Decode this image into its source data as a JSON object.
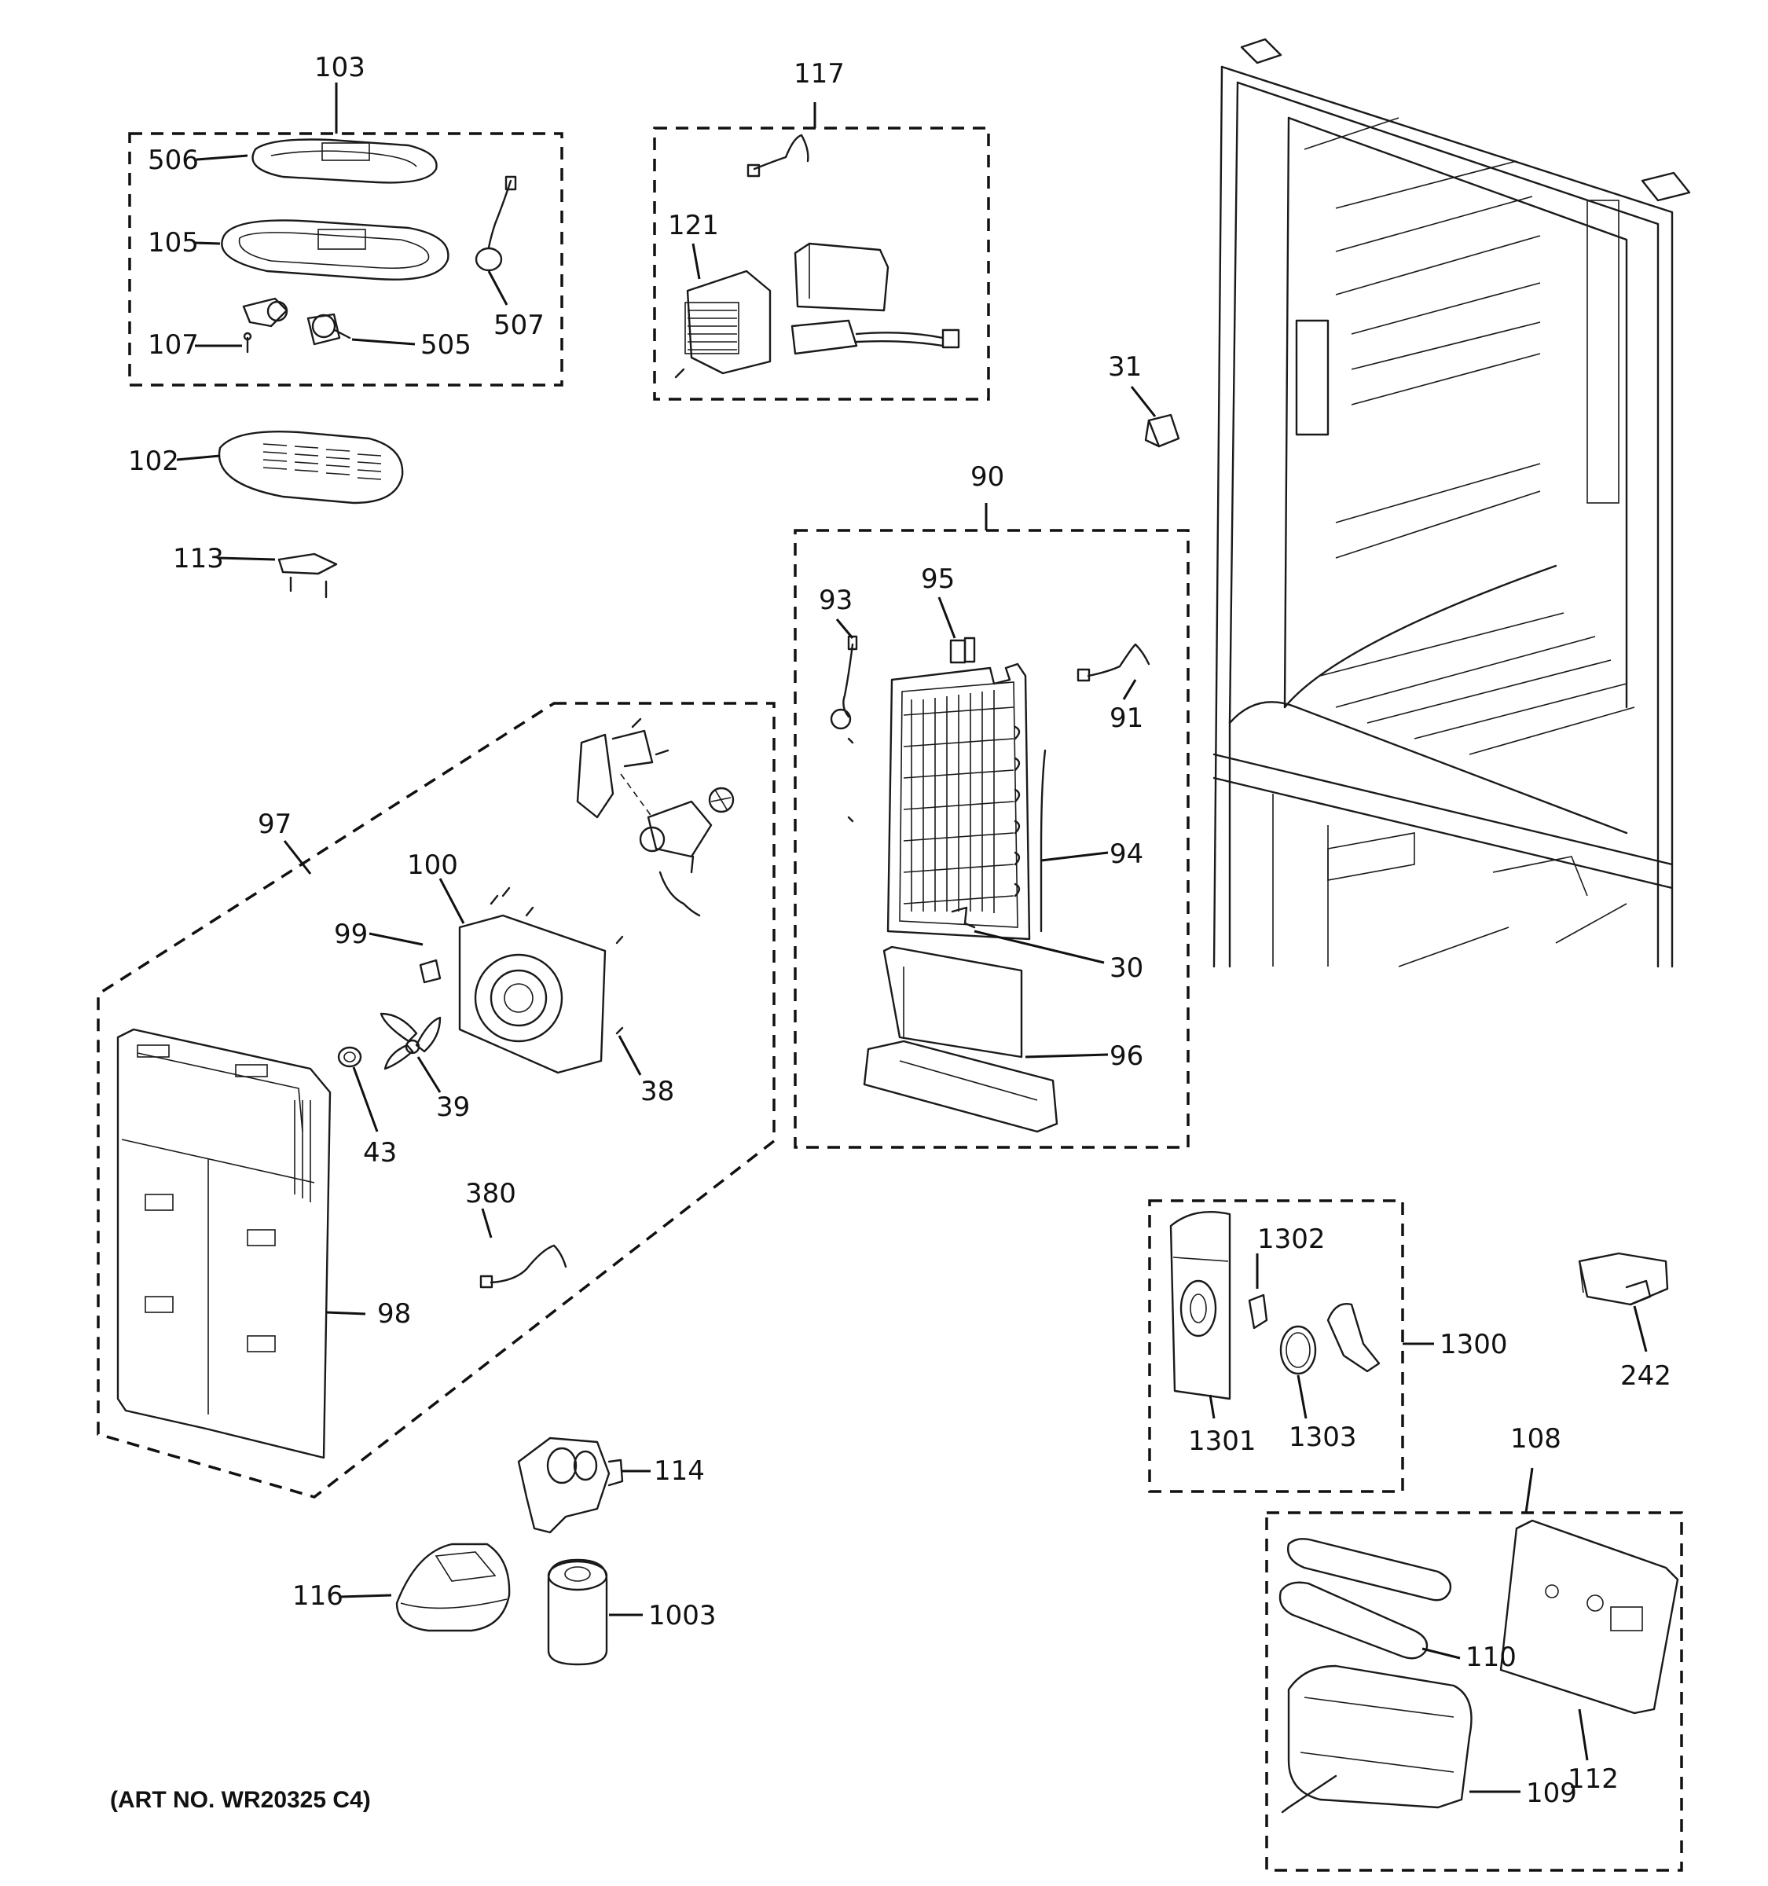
{
  "caption": "(ART NO. WR20325 C4)",
  "callouts": [
    "103",
    "506",
    "105",
    "107",
    "505",
    "507",
    "102",
    "113",
    "117",
    "121",
    "31",
    "90",
    "93",
    "95",
    "91",
    "94",
    "30",
    "96",
    "97",
    "100",
    "99",
    "43",
    "39",
    "38",
    "380",
    "98",
    "114",
    "116",
    "1003",
    "1302",
    "1300",
    "1301",
    "1303",
    "242",
    "108",
    "110",
    "112",
    "109"
  ]
}
